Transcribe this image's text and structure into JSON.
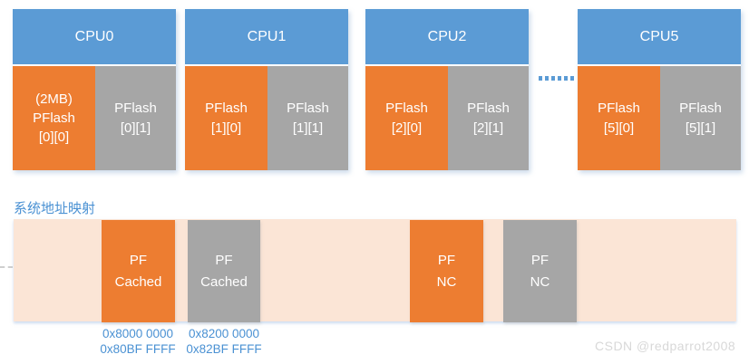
{
  "colors": {
    "header_blue": "#5B9BD5",
    "flash_orange": "#ED7D31",
    "flash_gray": "#A6A6A6",
    "band_background": "#FBE5D6",
    "accent_text_blue": "#4A91D3",
    "watermark_gray": "#D8D8D8"
  },
  "icons": {
    "ellipsis": "six-square-dots"
  },
  "cpu_section": {
    "blocks": [
      {
        "title": "CPU0",
        "left_cell": "(2MB)\nPFlash\n[0][0]",
        "right_cell": "PFlash\n[0][1]"
      },
      {
        "title": "CPU1",
        "left_cell": "PFlash\n[1][0]",
        "right_cell": "PFlash\n[1][1]"
      },
      {
        "title": "CPU2",
        "left_cell": "PFlash\n[2][0]",
        "right_cell": "PFlash\n[2][1]"
      },
      {
        "title": "CPU5",
        "left_cell": "PFlash\n[5][0]",
        "right_cell": "PFlash\n[5][1]"
      }
    ]
  },
  "address_map": {
    "title": "系统地址映射",
    "segments": [
      {
        "label": "PF\nCached",
        "color": "orange",
        "range": "0x8000 0000\n0x80BF FFFF"
      },
      {
        "label": "PF\nCached",
        "color": "gray",
        "range": "0x8200 0000\n0x82BF FFFF"
      },
      {
        "label": "PF\nNC",
        "color": "orange",
        "range": ""
      },
      {
        "label": "PF\nNC",
        "color": "gray",
        "range": ""
      }
    ]
  },
  "watermark": "CSDN @redparrot2008"
}
